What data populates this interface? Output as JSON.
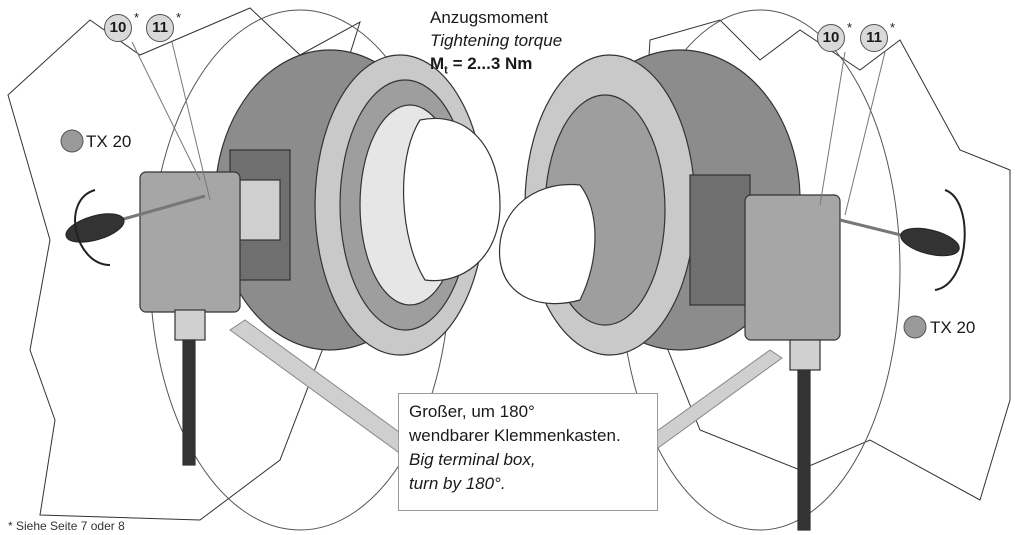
{
  "torque": {
    "line1": "Anzugsmoment",
    "line2": "Tightening torque",
    "symbol": "M",
    "subscript": "t",
    "value": " = 2...3 Nm"
  },
  "callout": {
    "line1": "Großer, um 180°",
    "line2": "wendbarer Klemmenkasten.",
    "line3": "Big terminal box,",
    "line4": "turn by 180°."
  },
  "tool_label": "TX 20",
  "badges": {
    "b10": "10",
    "b11": "11",
    "star": "*"
  },
  "footnote": "* Siehe Seite 7 oder 8"
}
